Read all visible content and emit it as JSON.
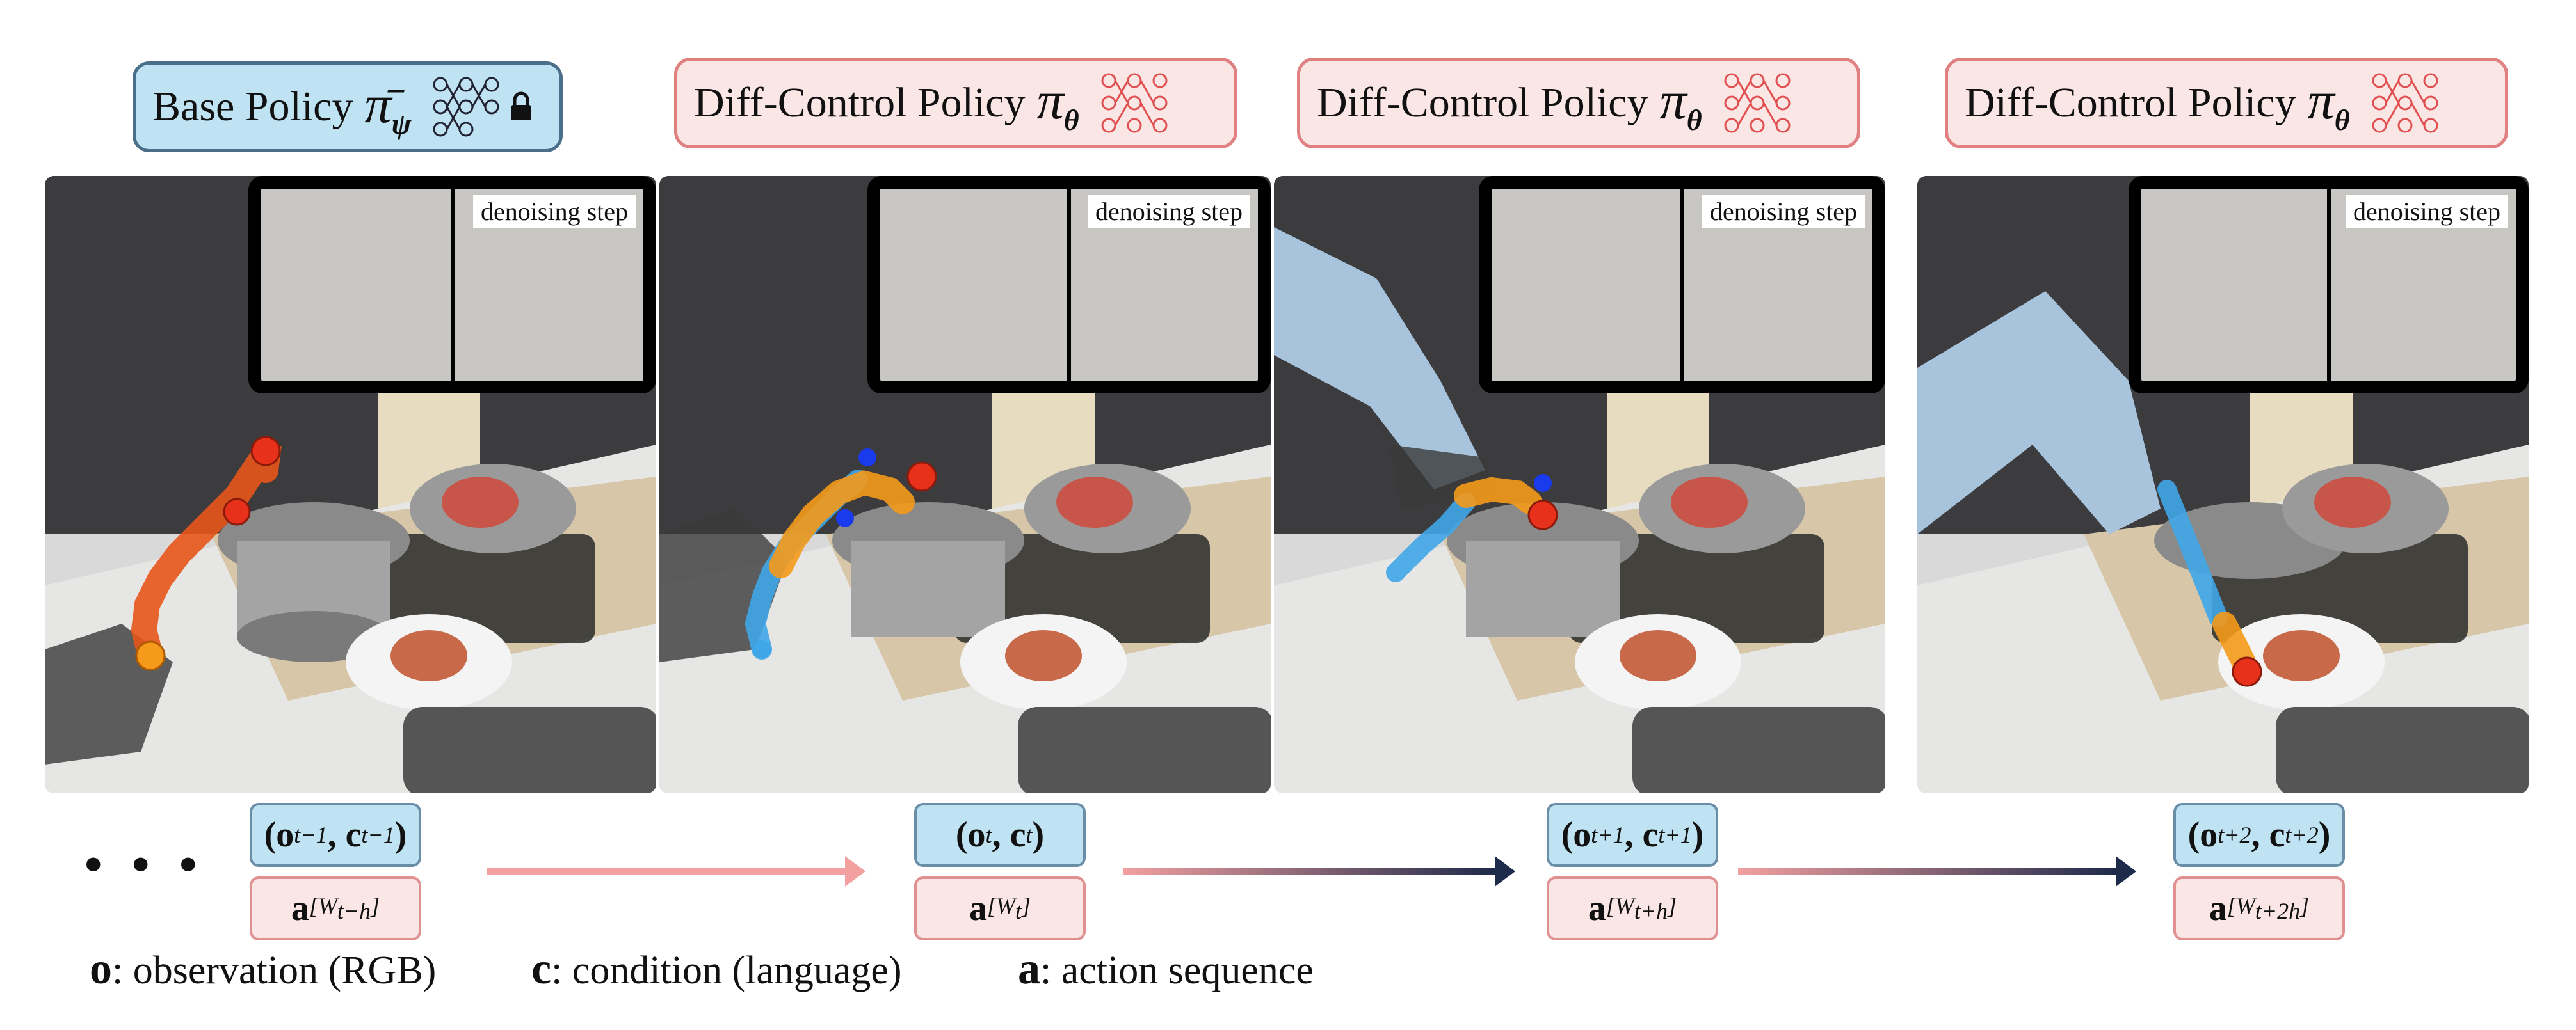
{
  "policies": [
    {
      "name": "Base Policy",
      "symbol": "π̄",
      "sub": "ψ",
      "style": "base",
      "locked": true
    },
    {
      "name": "Diff-Control Policy",
      "symbol": "π",
      "sub": "θ",
      "style": "diff",
      "locked": false
    },
    {
      "name": "Diff-Control Policy",
      "symbol": "π",
      "sub": "θ",
      "style": "diff",
      "locked": false
    },
    {
      "name": "Diff-Control Policy",
      "symbol": "π",
      "sub": "θ",
      "style": "diff",
      "locked": false
    }
  ],
  "inset_label": "denoising step",
  "ellipsis": "• • •",
  "observations": [
    {
      "text": "(o",
      "sub1": "t−1",
      "mid": ", c",
      "sub2": "t−1",
      "close": ")"
    },
    {
      "text": "(o",
      "sub1": "t",
      "mid": ", c",
      "sub2": "t",
      "close": ")"
    },
    {
      "text": "(o",
      "sub1": "t+1",
      "mid": ", c",
      "sub2": "t+1",
      "close": ")"
    },
    {
      "text": "(o",
      "sub1": "t+2",
      "mid": ", c",
      "sub2": "t+2",
      "close": ")"
    }
  ],
  "actions": [
    {
      "text": "a",
      "sub": "[W",
      "subsub": "t−h",
      "close": "]"
    },
    {
      "text": "a",
      "sub": "[W",
      "subsub": "t",
      "close": "]"
    },
    {
      "text": "a",
      "sub": "[W",
      "subsub": "t+h",
      "close": "]"
    },
    {
      "text": "a",
      "sub": "[W",
      "subsub": "t+2h",
      "close": "]"
    }
  ],
  "legend": {
    "o_symbol": "o",
    "o_text": ": observation (RGB)",
    "c_symbol": "c",
    "c_text": ": condition (language)",
    "a_symbol": "a",
    "a_text": ": action sequence"
  },
  "colors": {
    "base_fill": "#bfe3f2",
    "diff_fill": "#fbe6e6",
    "diff_border": "#e08080",
    "traj_red": "#e8311a",
    "traj_orange": "#f59a1a",
    "traj_blue": "#3fa6e8",
    "arrow_dark": "#1e2a4a",
    "arrow_light": "#f2a0a0"
  }
}
